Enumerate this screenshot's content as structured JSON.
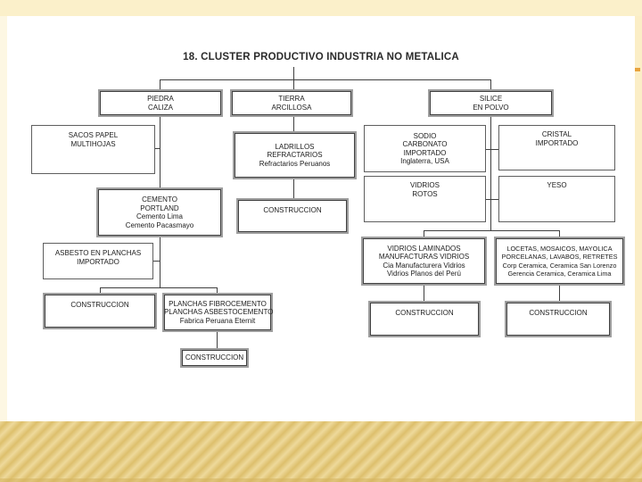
{
  "slide": {
    "title": "18. CLUSTER PRODUCTIVO INDUSTRIA NO METALICA"
  },
  "colors": {
    "band_top": "#fbf0ca",
    "band_side": "#fbeec6",
    "band_bottom_light": "#eed99b",
    "band_bottom_dark": "#ddbf6c",
    "box_border_outer": "#9e9e9e",
    "box_border_inner": "#3f3f3f",
    "connector": "#3f3f3f",
    "text": "#1c1c1c"
  },
  "boxes": {
    "piedra_caliza": {
      "lines": [
        "PIEDRA",
        "CALIZA"
      ]
    },
    "tierra_arcillosa": {
      "lines": [
        "TIERRA",
        "ARCILLOSA"
      ]
    },
    "silice_en_polvo": {
      "lines": [
        "SILICE",
        "EN POLVO"
      ]
    },
    "sacos_papel": {
      "lines": [
        "SACOS PAPEL",
        "MULTIHOJAS"
      ]
    },
    "ladrillos": {
      "lines": [
        "LADRILLOS",
        "REFRACTARIOS",
        "Refractarios Peruanos"
      ]
    },
    "sodio": {
      "lines": [
        "SODIO",
        "CARBONATO",
        "IMPORTADO",
        "Inglaterra, USA"
      ]
    },
    "cristal": {
      "lines": [
        "CRISTAL",
        "IMPORTADO"
      ]
    },
    "vidrios_rotos": {
      "lines": [
        "VIDRIOS",
        "ROTOS"
      ]
    },
    "yeso": {
      "lines": [
        "YESO"
      ]
    },
    "cemento": {
      "lines": [
        "CEMENTO",
        "PORTLAND",
        "Cemento Lima",
        "Cemento Pacasmayo"
      ]
    },
    "construccion_ladrillos": {
      "lines": [
        "CONSTRUCCION"
      ]
    },
    "asbesto": {
      "lines": [
        "ASBESTO EN PLANCHAS",
        "IMPORTADO"
      ]
    },
    "vidrios_laminados": {
      "lines": [
        "VIDRIOS LAMINADOS",
        "MANUFACTURAS VIDRIOS",
        "Cia Manufacturera Vidrios",
        "Vidrios Planos del Perú"
      ]
    },
    "locetas": {
      "lines": [
        "LOCETAS, MOSAICOS, MAYOLICA",
        "PORCELANAS, LAVABOS, RETRETES",
        "Corp Ceramica, Ceramica San Lorenzo",
        "Gerencia Ceramica, Ceramica Lima"
      ]
    },
    "construccion_asbesto": {
      "lines": [
        "CONSTRUCCION"
      ]
    },
    "planchas": {
      "lines": [
        "PLANCHAS FIBROCEMENTO",
        "PLANCHAS ASBESTOCEMENTO",
        "Fabrica Peruana Eternit"
      ]
    },
    "construccion_planchas": {
      "lines": [
        "CONSTRUCCION"
      ]
    },
    "construccion_vidrios": {
      "lines": [
        "CONSTRUCCION"
      ]
    },
    "construccion_locetas": {
      "lines": [
        "CONSTRUCCION"
      ]
    }
  }
}
